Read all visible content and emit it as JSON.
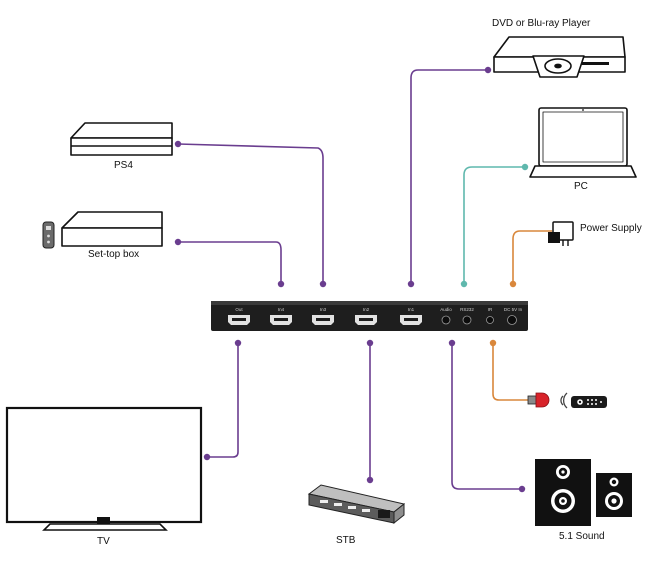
{
  "devices": {
    "dvd": "DVD or Blu-ray Player",
    "ps4": "PS4",
    "pc": "PC",
    "power": "Power Supply",
    "settop": "Set-top box",
    "tv": "TV",
    "stb": "STB",
    "sound": "5.1 Sound"
  },
  "switch_ports": [
    "Out",
    "In4",
    "In3",
    "In2",
    "In1",
    "Audio",
    "RS232",
    "IR",
    "DC 5V In"
  ],
  "colors": {
    "hdmi_line": "#6a3d8f",
    "rs232_line": "#5fb8ad",
    "power_line": "#d9873b",
    "ir_line": "#d9873b",
    "switch_body": "#1e1e1e",
    "ir_emitter": "#d8232a"
  }
}
